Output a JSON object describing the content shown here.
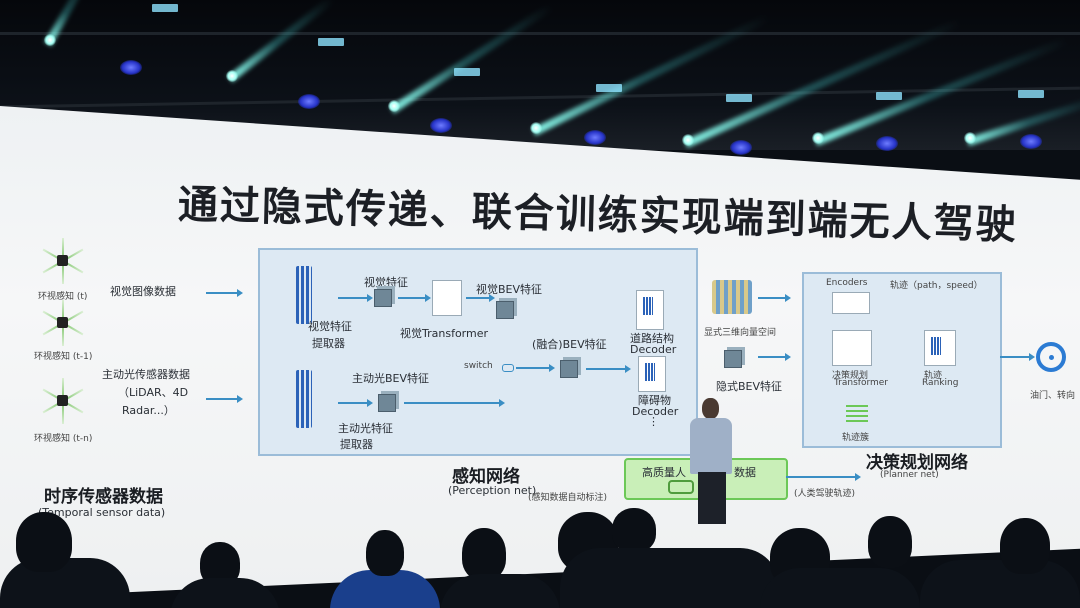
{
  "slide": {
    "title": "通过隐式传递、联合训练实现端到端无人驾驶",
    "sensors": {
      "label_t": "环视感知 (t)",
      "label_t1": "环视感知 (t-1)",
      "label_tn": "环视感知 (t-n)",
      "visual_data": "视觉图像数据",
      "active_data_1": "主动光传感器数据",
      "active_data_2": "（LiDAR、4D",
      "active_data_3": "Radar...）",
      "footer_cn": "时序传感器数据",
      "footer_en": "(Temporal sensor data)"
    },
    "perception": {
      "vis_feat": "视觉特征",
      "vis_extractor_1": "视觉特征",
      "vis_extractor_2": "提取器",
      "vis_transformer": "视觉Transformer",
      "vis_bev": "视觉BEV特征",
      "active_bev": "主动光BEV特征",
      "active_extractor_1": "主动光特征",
      "active_extractor_2": "提取器",
      "switch": "switch",
      "fused_bev": "(融合)BEV特征",
      "road_decoder_1": "道路结构",
      "road_decoder_2": "Decoder",
      "obstacle_decoder_1": "障碍物",
      "obstacle_decoder_2": "Decoder",
      "ellipsis": "⋮",
      "name_cn": "感知网络",
      "name_en": "(Perception net)",
      "auto_label": "(感知数据自动标注)"
    },
    "middle": {
      "explicit": "显式三维向量空间",
      "implicit": "隐式BEV特征",
      "hq_data": "高质量人",
      "hq_data_2": "数据",
      "human_traj": "(人类驾驶轨迹)"
    },
    "planner": {
      "encoders": "Encoders",
      "traj": "轨迹（path，speed）",
      "decision_1": "决策规划",
      "decision_2": "Transformer",
      "ranking_1": "轨迹",
      "ranking_2": "Ranking",
      "cluster": "轨迹簇",
      "name_cn": "决策规划网络",
      "name_en": "(Planner net)",
      "output": "油门、转向"
    }
  },
  "colors": {
    "accent": "#2b62b8",
    "box_border": "#9bbcd8",
    "green": "#6cc857",
    "beam": "#8cfff0"
  }
}
